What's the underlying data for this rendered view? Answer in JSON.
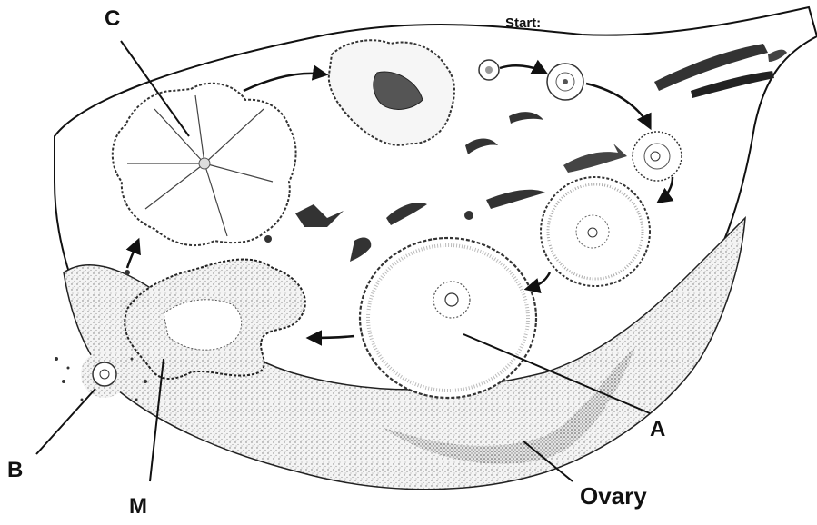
{
  "start_text": "Start:",
  "labels": {
    "a": "A",
    "b": "B",
    "c": "C",
    "m": "M",
    "ovary": "Ovary"
  }
}
